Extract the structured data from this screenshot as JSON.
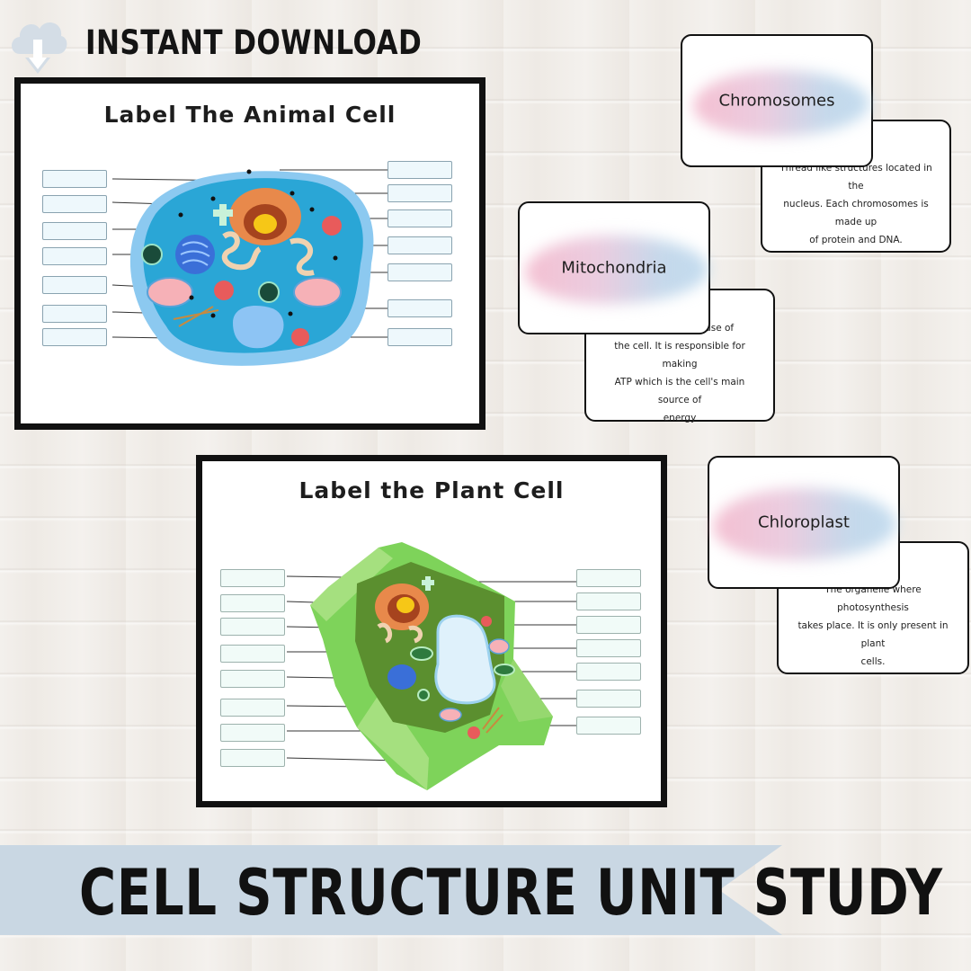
{
  "header": {
    "title": "INSTANT DOWNLOAD",
    "icon": "cloud-download-icon"
  },
  "animal_sheet": {
    "title": "Label The Animal Cell",
    "left_labels": 7,
    "right_labels": 7
  },
  "plant_sheet": {
    "title": "Label the Plant Cell",
    "left_labels": 8,
    "right_labels": 7
  },
  "cards": [
    {
      "front": "Chromosomes",
      "back_lines": [
        "Thread like structures located in the",
        "nucleus. Each chromosomes is made up",
        "of protein and DNA."
      ]
    },
    {
      "front": "Mitochondria",
      "back_lines": [
        "It is the powerhouse of",
        "the cell. It is responsible for making",
        "ATP which is the cell's main source of",
        "energy"
      ]
    },
    {
      "front": "Chloroplast",
      "back_lines": [
        "The organelle where photosynthesis",
        "takes place. It is only present in plant",
        "cells."
      ]
    }
  ],
  "banner": {
    "title": "CELL STRUCTURE UNIT STUDY"
  },
  "colors": {
    "banner": "#c9d7e3",
    "animal_cytoplasm": "#2aa6d6",
    "animal_membrane": "#8cc9f0",
    "plant_wall": "#7ed35a",
    "plant_cytoplasm": "#5b8f2f"
  }
}
